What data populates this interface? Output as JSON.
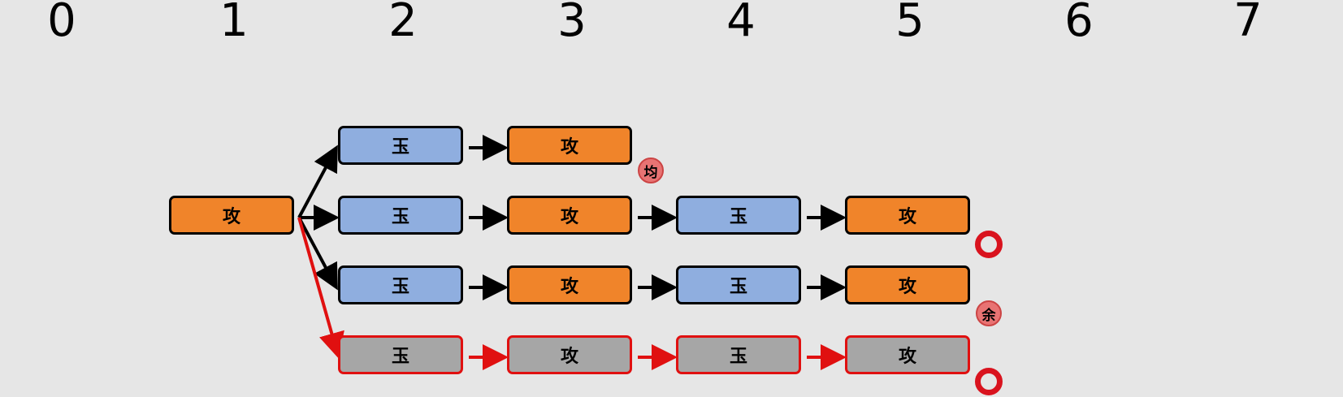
{
  "axis": {
    "labels": [
      "0",
      "1",
      "2",
      "3",
      "4",
      "5",
      "6",
      "7"
    ]
  },
  "nodes": {
    "root": "攻",
    "r1c2": "玉",
    "r1c3": "攻",
    "r2c2": "玉",
    "r2c3": "攻",
    "r2c4": "玉",
    "r2c5": "攻",
    "r3c2": "玉",
    "r3c3": "攻",
    "r3c4": "玉",
    "r3c5": "攻",
    "r4c2": "玉",
    "r4c3": "攻",
    "r4c4": "玉",
    "r4c5": "攻"
  },
  "badges": {
    "draw": "均",
    "margin": "余"
  },
  "colors": {
    "attack": "#f0842a",
    "king": "#8faedf",
    "pruned": "#a6a6a6",
    "highlight": "#e01010",
    "badge": "#e87373",
    "background": "#e6e6e6"
  }
}
